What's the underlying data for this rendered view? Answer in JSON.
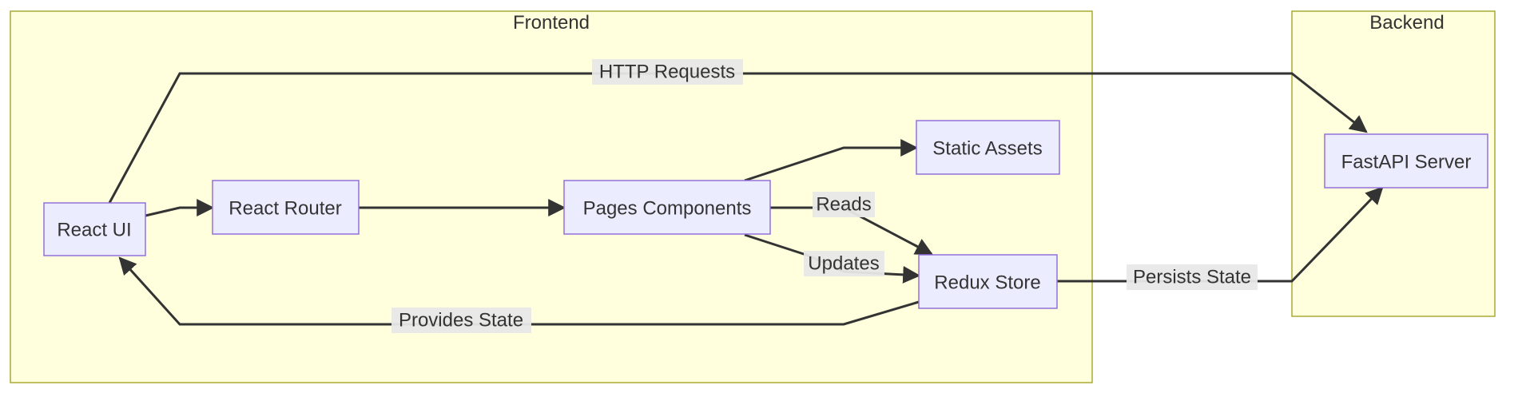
{
  "clusters": {
    "frontend": {
      "label": "Frontend"
    },
    "backend": {
      "label": "Backend"
    }
  },
  "nodes": {
    "react_ui": {
      "label": "React UI"
    },
    "react_router": {
      "label": "React Router"
    },
    "pages_components": {
      "label": "Pages Components"
    },
    "static_assets": {
      "label": "Static Assets"
    },
    "redux_store": {
      "label": "Redux Store"
    },
    "fastapi_server": {
      "label": "FastAPI Server"
    }
  },
  "edges": {
    "http_requests": {
      "from": "React UI",
      "to": "FastAPI Server",
      "label": "HTTP Requests"
    },
    "ui_to_router": {
      "from": "React UI",
      "to": "React Router",
      "label": ""
    },
    "router_to_pages": {
      "from": "React Router",
      "to": "Pages Components",
      "label": ""
    },
    "pages_to_assets": {
      "from": "Pages Components",
      "to": "Static Assets",
      "label": ""
    },
    "reads": {
      "from": "Pages Components",
      "to": "Redux Store",
      "label": "Reads"
    },
    "updates": {
      "from": "Pages Components",
      "to": "Redux Store",
      "label": "Updates"
    },
    "provides_state": {
      "from": "Redux Store",
      "to": "React UI",
      "label": "Provides State"
    },
    "persists_state": {
      "from": "Redux Store",
      "to": "FastAPI Server",
      "label": "Persists State"
    }
  },
  "colors": {
    "cluster_fill": "#ffffde",
    "cluster_stroke": "#aaaa33",
    "node_fill": "#ececff",
    "node_stroke": "#9370db",
    "edge": "#333333",
    "label_bg": "#e8e8e8"
  }
}
